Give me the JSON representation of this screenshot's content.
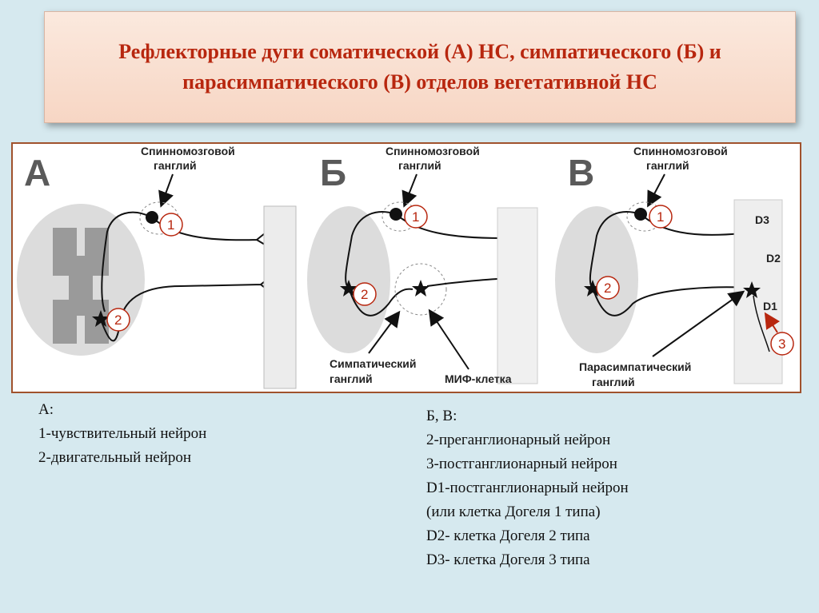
{
  "title": "Рефлекторные дуги соматической (А) НС, симпатического (Б) и парасимпатического (В) отделов вегетативной НС",
  "panels": {
    "a": {
      "letter": "А",
      "ganglion_label_1": "Спинномозговой",
      "ganglion_label_2": "ганглий",
      "marker_1": "1",
      "marker_2": "2"
    },
    "b": {
      "letter": "Б",
      "ganglion_label_1": "Спинномозговой",
      "ganglion_label_2": "ганглий",
      "marker_1": "1",
      "marker_2": "2",
      "symp_label_1": "Симпатический",
      "symp_label_2": "ганглий",
      "mif_label": "МИФ-клетка"
    },
    "v": {
      "letter": "В",
      "ganglion_label_1": "Спинномозговой",
      "ganglion_label_2": "ганглий",
      "marker_1": "1",
      "marker_2": "2",
      "marker_3": "3",
      "para_label_1": "Парасимпатический",
      "para_label_2": "ганглий",
      "d1": "D1",
      "d2": "D2",
      "d3": "D3"
    }
  },
  "legend_a": {
    "heading": "А:",
    "items": [
      "1-чувствительный нейрон",
      "2-двигательный нейрон"
    ]
  },
  "legend_bv": {
    "heading": "Б, В:",
    "items": [
      "2-преганглионарный нейрон",
      "3-постганглионарный нейрон",
      "D1-постганглионарный нейрон",
      "(или клетка Догеля 1 типа)",
      "D2- клетка Догеля 2 типа",
      "D3- клетка Догеля 3 типа"
    ]
  },
  "colors": {
    "title": "#b8270f",
    "marker": "#b8270f",
    "frame": "#a0522d",
    "background": "#d6e9ef"
  }
}
